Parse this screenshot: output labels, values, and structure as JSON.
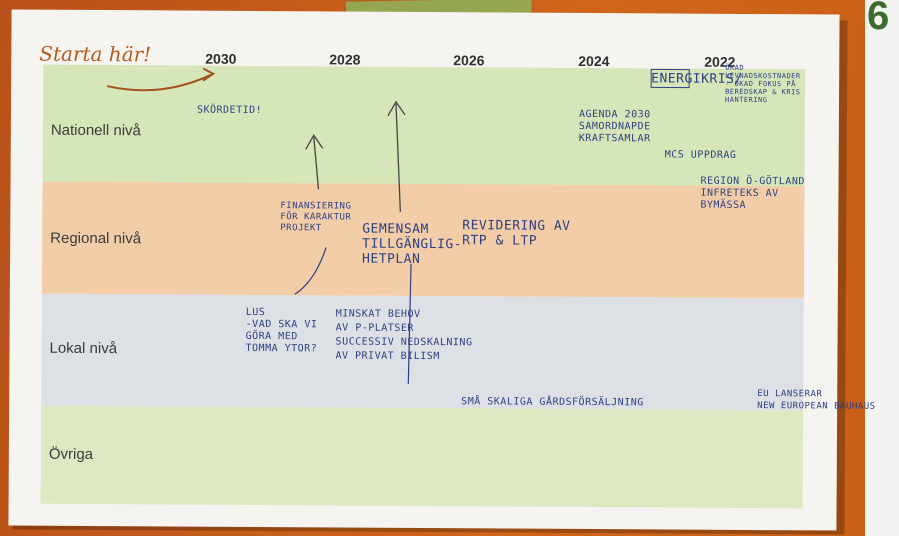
{
  "corner_number": "6",
  "start_label": "Starta här!",
  "years": [
    "2030",
    "2028",
    "2026",
    "2024",
    "2022"
  ],
  "rows": [
    "Nationell nivå",
    "Regional nivå",
    "Lokal nivå",
    "Övriga"
  ],
  "notes": {
    "energikris": "ENERGIKRIS/",
    "energikris_small": "ÖKAD\nLEVNADSKOSTNADER\n- ÖKAD FOKUS PÅ\nBEREDSKAP & KRIS\nHANTERING",
    "agenda": "AGENDA 2030\nSAMORDNAPDE\nKRAFTSAMLAR",
    "mcs": "MCS UPPDRAG",
    "skordetid": "SKÖRDETID!",
    "region": "REGION Ö-GÖTLAND\nINFRETEKS AV\nBYMÄSSA",
    "finansiering": "FINANSIERING\nFÖR KARAKTUR\nPROJEKT",
    "gemensam": "GEMENSAM\nTILLGÄNGLIG-\nHETPLAN",
    "revidering": "REVIDERING AV\nRTP & LTP",
    "vad": "LUS\n-VAD SKA VI\nGÖRA MED\nTOMMA YTOR?",
    "minskat": "MINSKAT BEHOV\nAV P-PLATSER\nSUCCESSIV NEDSKALNING\nAV PRIVAT BILISM",
    "sma": "SMÅ SKALIGA GÅRDSFÖRSÄLJNING",
    "eu": "EU LANSERAR\nNEW EUROPEAN BAUHAUS"
  }
}
